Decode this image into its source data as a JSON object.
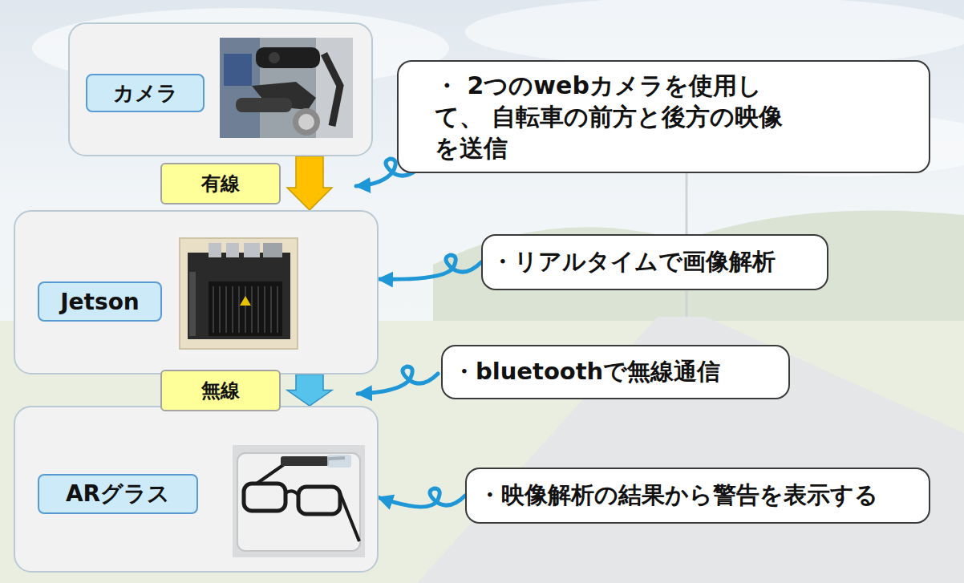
{
  "diagram": {
    "nodes": [
      {
        "text": [
          "カメラ"
        ]
      },
      {
        "text": [
          "・ 2つのwebカメラを使用して、 自転車の前方と後方の映像を送信"
        ]
      },
      {
        "text": [
          "Jetson"
        ]
      },
      {
        "text": [
          "・リアルタイムで画像解析"
        ]
      },
      {
        "text": [
          "・bluetoothで無線通信"
        ]
      },
      {
        "text": [
          "ARグラス"
        ]
      },
      {
        "text": [
          "・映像解析の結果から警告を表示する"
        ]
      }
    ],
    "edges": [
      {
        "from": 0,
        "to": 2,
        "arrow": "to",
        "label": "有線"
      },
      {
        "from": 2,
        "to": 5,
        "arrow": "to",
        "label": "無線"
      },
      {
        "from": 3,
        "to": 2,
        "arrow": "to"
      },
      {
        "from": 6,
        "to": 5,
        "arrow": "to"
      }
    ]
  }
}
